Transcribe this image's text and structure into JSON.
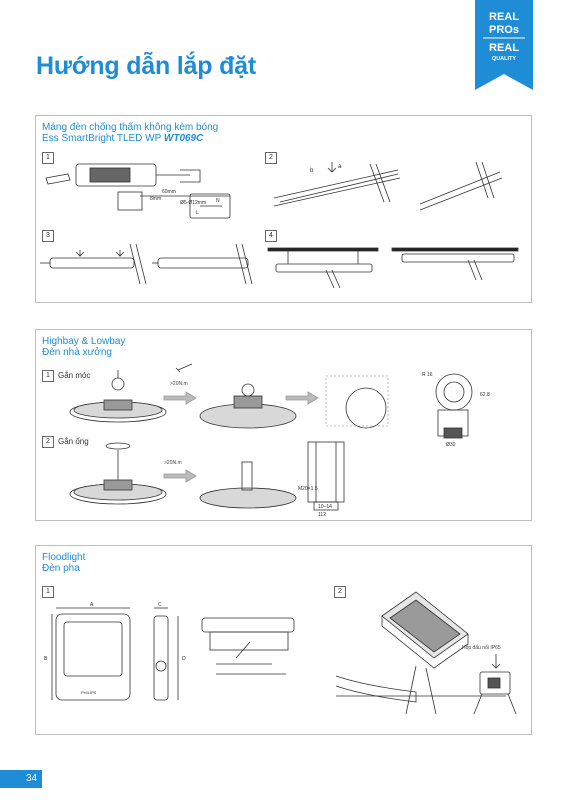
{
  "page": {
    "title": "Hướng dẫn lắp đặt",
    "page_number": "34"
  },
  "badge": {
    "line1": "REAL",
    "line2": "PROs",
    "line3": "REAL",
    "line4": "QUALITY",
    "color": "#1f8dd6"
  },
  "sections": {
    "batten": {
      "title_line1": "Máng đèn chống thấm không kèm bóng",
      "title_line2_prefix": "Ess SmartBright TLED WP ",
      "title_line2_code": "WT069C",
      "steps": [
        "1",
        "2",
        "3",
        "4"
      ],
      "dims": {
        "d1": "60mm",
        "d2": "8mm",
        "d3": "Ø5-Ø12mm",
        "n": "N",
        "l": "L",
        "a": "a",
        "b": "b"
      }
    },
    "highbay": {
      "title_line1": "Highbay & Lowbay",
      "title_line2": "Đèn nhà xưởng",
      "step1_label": "Gắn móc",
      "step2_label": "Gắn ống",
      "torque1": ">20N.m",
      "torque2": ">20N.m",
      "steps": [
        "1",
        "2"
      ],
      "dims": {
        "r": "R 16",
        "h": "62.8",
        "w": "Ø30",
        "pipe": "M20×1.5",
        "s1": "10–14",
        "s2": "112"
      }
    },
    "floodlight": {
      "title_line1": "Floodlight",
      "title_line2": "Đèn pha",
      "steps": [
        "1",
        "2"
      ],
      "junction_box_label": "Hộp đấu nối IP65",
      "brand": "PHILIPS",
      "dims": {
        "a": "A",
        "b": "B",
        "c": "C",
        "d": "D"
      }
    }
  }
}
